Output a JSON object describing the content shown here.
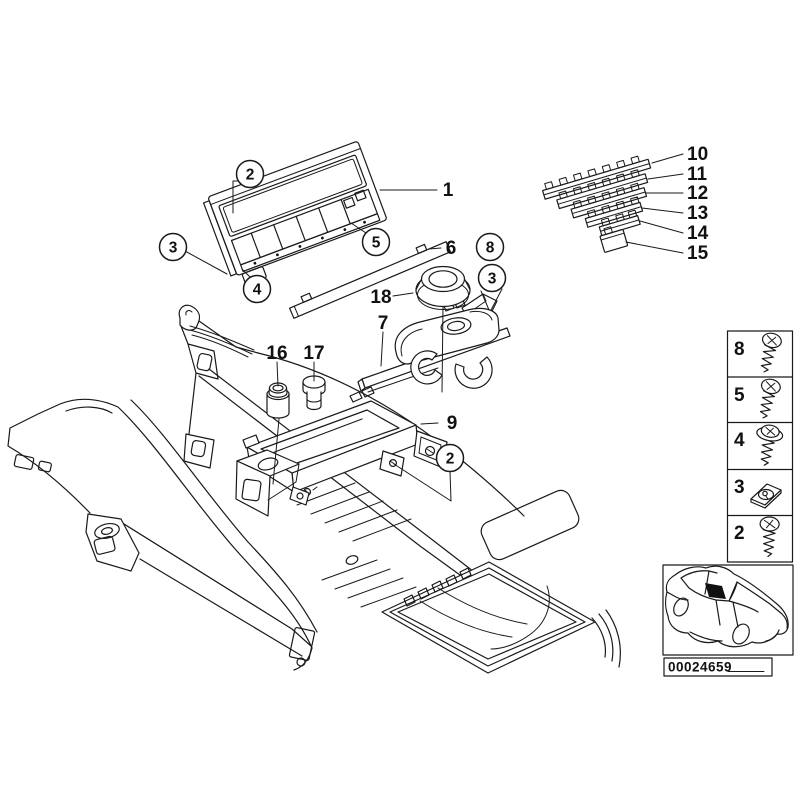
{
  "diagram": {
    "colors": {
      "line": "#1a1a1a",
      "background": "#ffffff",
      "location_marker": "#000000"
    },
    "callouts": {
      "circled": [
        {
          "id": "2a",
          "label": "2"
        },
        {
          "id": "3a",
          "label": "3"
        },
        {
          "id": "4",
          "label": "4"
        },
        {
          "id": "5",
          "label": "5"
        },
        {
          "id": "8",
          "label": "8"
        },
        {
          "id": "3b",
          "label": "3"
        },
        {
          "id": "2b",
          "label": "2"
        }
      ],
      "plain": [
        {
          "id": "1",
          "label": "1"
        },
        {
          "id": "6",
          "label": "6"
        },
        {
          "id": "18",
          "label": "18"
        },
        {
          "id": "7",
          "label": "7"
        },
        {
          "id": "16",
          "label": "16"
        },
        {
          "id": "17",
          "label": "17"
        },
        {
          "id": "9",
          "label": "9"
        },
        {
          "id": "10",
          "label": "10"
        },
        {
          "id": "11",
          "label": "11"
        },
        {
          "id": "12",
          "label": "12"
        },
        {
          "id": "13",
          "label": "13"
        },
        {
          "id": "14",
          "label": "14"
        },
        {
          "id": "15",
          "label": "15"
        }
      ]
    },
    "fastener_legend": {
      "rows": [
        {
          "label": "8",
          "icon": "screw-icon"
        },
        {
          "label": "5",
          "icon": "screw-icon"
        },
        {
          "label": "4",
          "icon": "screw-washer-icon"
        },
        {
          "label": "3",
          "icon": "clip-nut-icon"
        },
        {
          "label": "2",
          "icon": "screw-icon"
        }
      ]
    },
    "car_locator": {
      "icon": "car-top-left-view-icon",
      "marker": "center-console-marker"
    },
    "footer": {
      "diagram_code": "00024659"
    }
  }
}
